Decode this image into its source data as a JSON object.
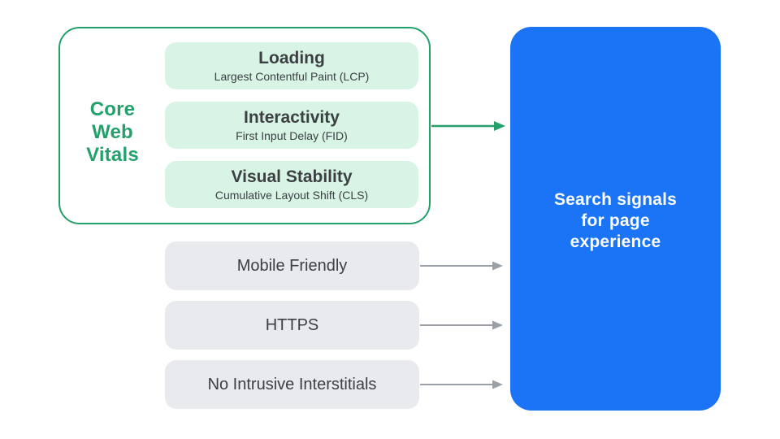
{
  "diagram": {
    "name": "Search signals for page experience"
  },
  "cwv": {
    "label_lines": {
      "0": "Core",
      "1": "Web",
      "2": "Vitals"
    },
    "items": [
      {
        "title": "Loading",
        "subtitle": "Largest Contentful Paint (LCP)"
      },
      {
        "title": "Interactivity",
        "subtitle": "First Input Delay (FID)"
      },
      {
        "title": "Visual Stability",
        "subtitle": "Cumulative Layout Shift (CLS)"
      }
    ]
  },
  "other_signals": [
    {
      "label": "Mobile Friendly"
    },
    {
      "label": "HTTPS"
    },
    {
      "label": "No Intrusive Interstitials"
    }
  ],
  "result": {
    "text": "Search signals for page experience",
    "lines": {
      "0": "Search signals",
      "1": "for page",
      "2": "experience"
    }
  },
  "colors": {
    "green": "#24A06B",
    "green_fill": "#D7F4E4",
    "gray_fill": "#E8EAED",
    "arrow_gray": "#9AA0A6",
    "text_dark": "#3C4043",
    "blue": "#1A74F5",
    "text_on_blue": "#FFFFFF",
    "background": "#FFFFFF"
  }
}
